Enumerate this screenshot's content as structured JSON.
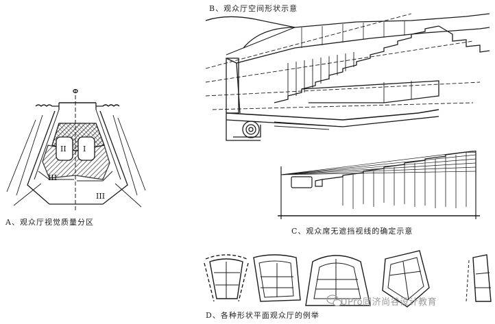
{
  "captions": {
    "a": "A、观众厅视觉质量分区",
    "b": "B、观众厅空间形状示意",
    "c": "C、观众席无遮挡视线的确定示意",
    "d": "D、各种形状平面观众厅的例举"
  },
  "zones": {
    "one": "I",
    "two": "II",
    "three": "III"
  },
  "watermark": "UPro同济尚谷设计教育",
  "colors": {
    "ink": "#1a1a1a",
    "watermark": "#9a9a9a"
  }
}
